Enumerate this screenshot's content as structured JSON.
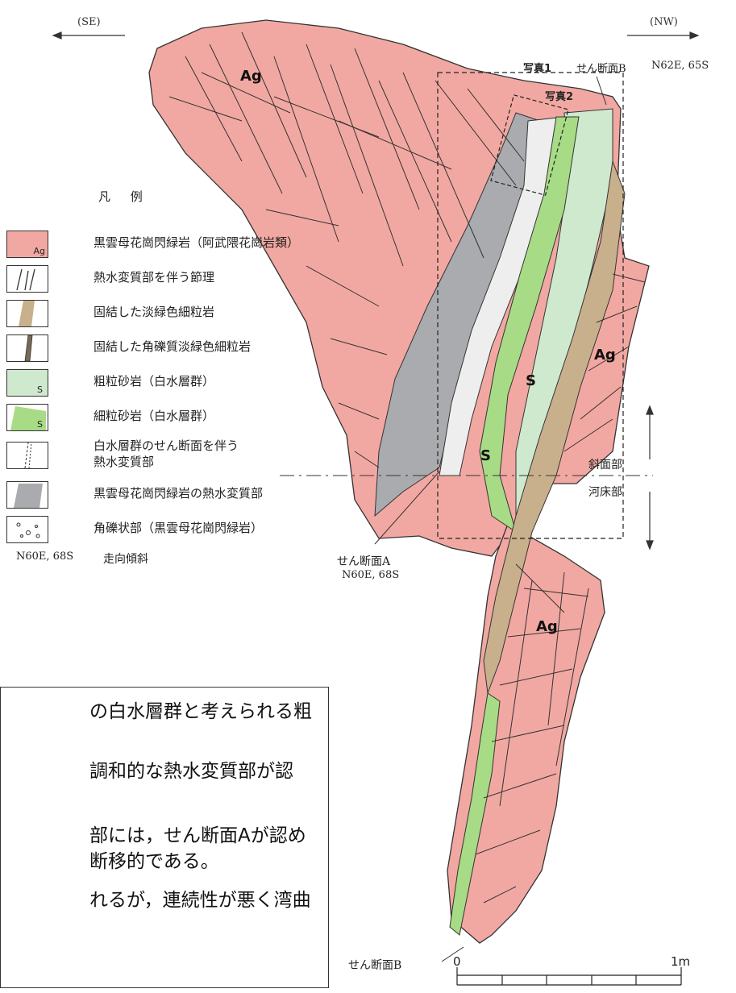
{
  "directions": {
    "left": "(SE)",
    "right": "(NW)"
  },
  "photo_labels": {
    "photo1": "写真1",
    "photo2": "写真2"
  },
  "fault_b_top": "せん断面B",
  "fault_b_top_attitude": "N62E, 65S",
  "fault_a": {
    "name": "せん断面A",
    "attitude": "N60E, 68S"
  },
  "fault_b_bottom": "せん断面B",
  "slope_label": "斜面部",
  "riverbed_label": "河床部",
  "rock_labels": {
    "ag": "Ag",
    "s": "S"
  },
  "legend": {
    "title": "凡 例",
    "items": [
      {
        "swatch": "granodiorite",
        "swatch_text": "Ag",
        "label": "黒雲母花崗閃緑岩（阿武隈花崗岩類）"
      },
      {
        "swatch": "joint",
        "label": "熱水変質部を伴う節理"
      },
      {
        "swatch": "consolidated-fine",
        "label": "固結した淡緑色細粒岩"
      },
      {
        "swatch": "consolidated-breccia",
        "label": "固結した角礫質淡緑色細粒岩"
      },
      {
        "swatch": "coarse-sandstone",
        "swatch_text": "S",
        "label": "粗粒砂岩（白水層群）"
      },
      {
        "swatch": "fine-sandstone",
        "swatch_text": "S",
        "label": "細粒砂岩（白水層群）"
      },
      {
        "swatch": "shear-altered",
        "label": "白水層群のせん断面を伴う",
        "label2": "熱水変質部"
      },
      {
        "swatch": "granodiorite-altered",
        "label": "黒雲母花崗閃緑岩の熱水変質部"
      },
      {
        "swatch": "breccia",
        "label": "角礫状部（黒雲母花崗閃緑岩）"
      }
    ],
    "attitude_example": "N60E, 68S",
    "attitude_label": "走向傾斜"
  },
  "notes": [
    "の白水層群と考えられる粗",
    "調和的な熱水変質部が認",
    "部には，せん断面Aが認め",
    "断移的である。",
    "れるが，連続性が悪く湾曲"
  ],
  "scale": {
    "zero": "0",
    "one": "1m"
  },
  "colors": {
    "granite": "#f2a8a2",
    "coarse_sand": "#cfe9cf",
    "fine_sand": "#a8db86",
    "tan": "#c9b08c",
    "altered_gray": "#a9abae",
    "line": "#333333"
  }
}
